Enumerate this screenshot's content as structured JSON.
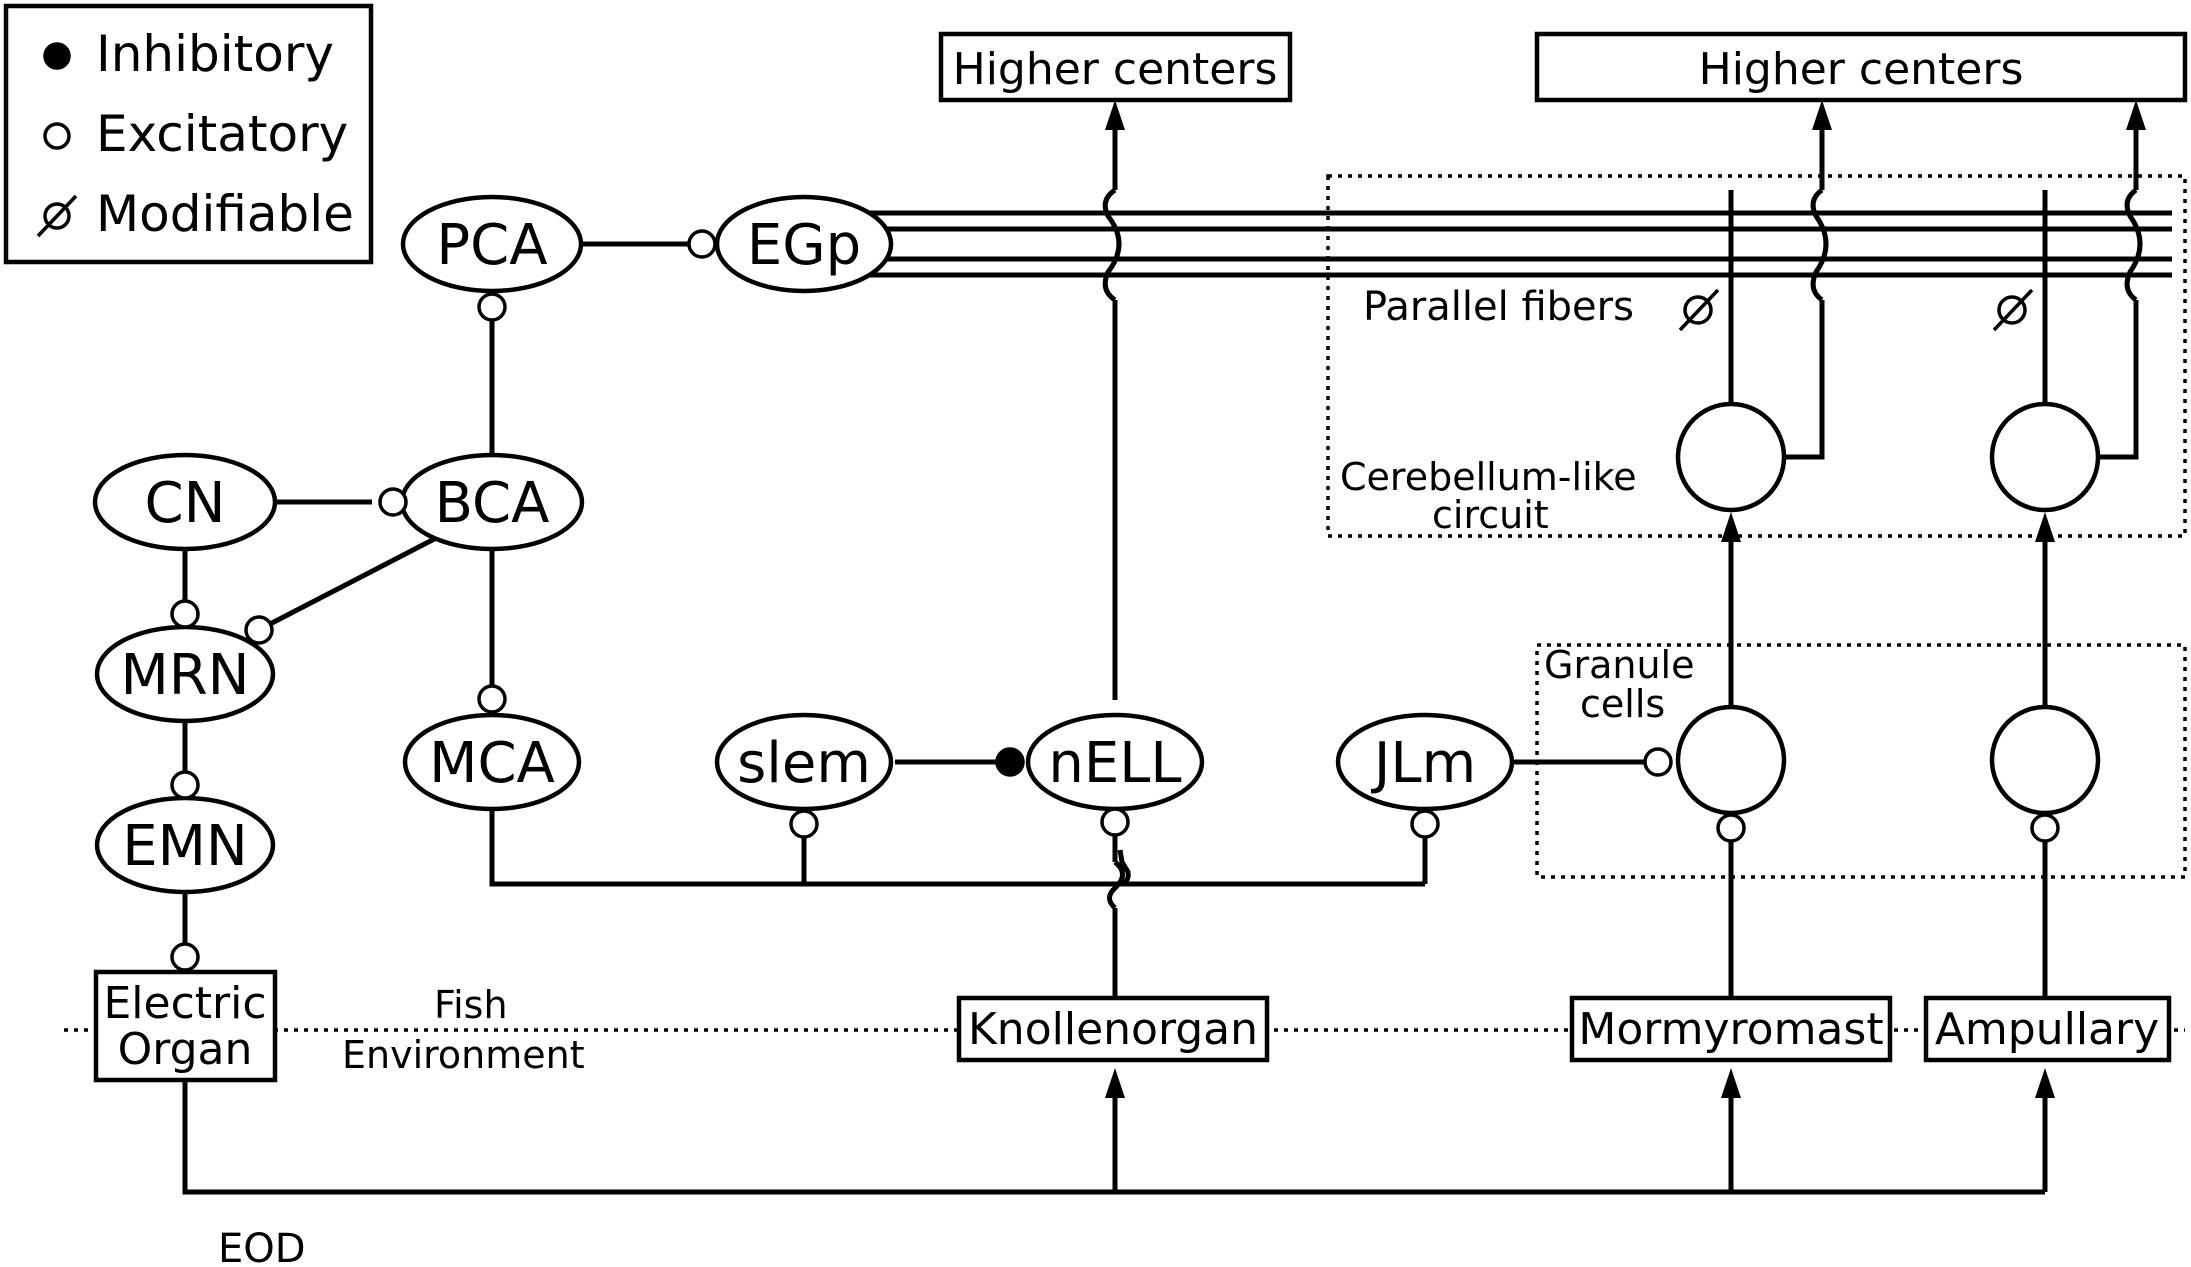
{
  "legend": {
    "inhibitory": "Inhibitory",
    "excitatory": "Excitatory",
    "modifiable": "Modifiable"
  },
  "nodes": {
    "pca": "PCA",
    "egp": "EGp",
    "cn": "CN",
    "bca": "BCA",
    "mrn": "MRN",
    "emn": "EMN",
    "mca": "MCA",
    "slem": "slem",
    "nell": "nELL",
    "jlm": "JLm"
  },
  "boxes": {
    "higher_centers_left": "Higher centers",
    "higher_centers_right": "Higher centers",
    "electric_organ_line1": "Electric",
    "electric_organ_line2": "Organ",
    "knollenorgan": "Knollenorgan",
    "mormyromast": "Mormyromast",
    "ampullary": "Ampullary"
  },
  "annotations": {
    "parallel_fibers": "Parallel fibers",
    "cerebellum_line1": "Cerebellum-like",
    "cerebellum_line2": "circuit",
    "granule_line1": "Granule",
    "granule_line2": "cells",
    "fish": "Fish",
    "environment": "Environment",
    "eod": "EOD"
  }
}
